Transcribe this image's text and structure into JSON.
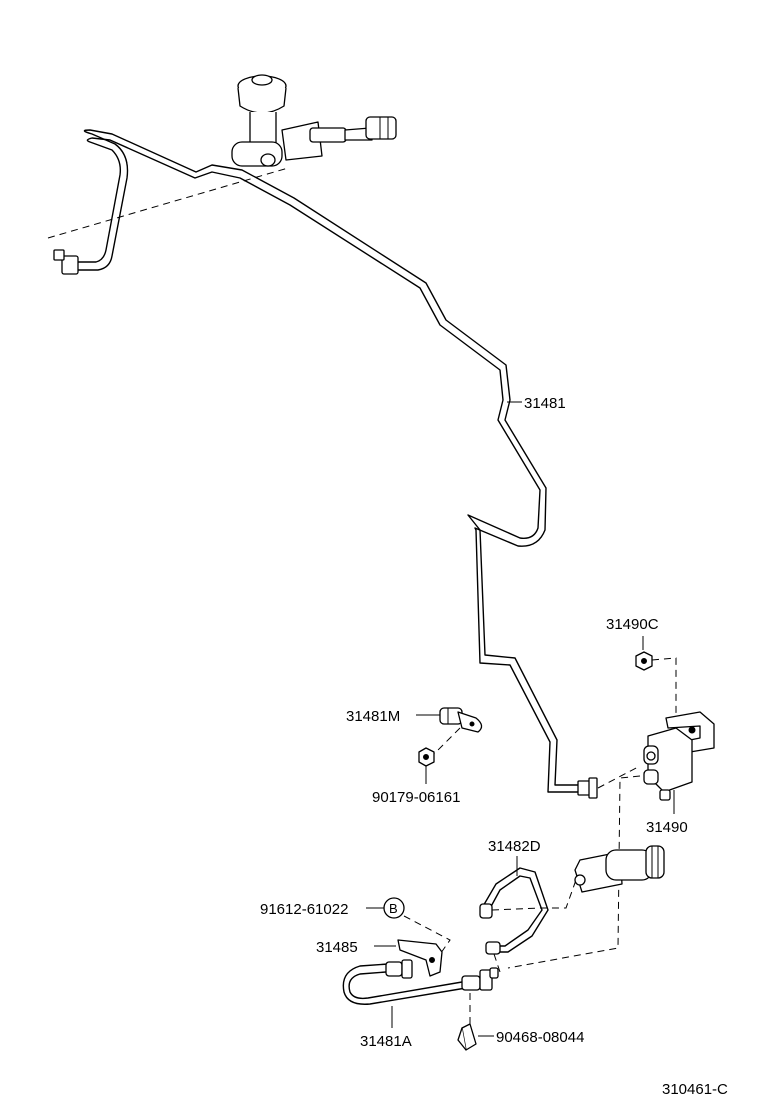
{
  "diagram_id": "310461-C",
  "parts": {
    "p31481": "31481",
    "p31490C": "31490C",
    "p31481M": "31481M",
    "p90179": "90179-06161",
    "p31490": "31490",
    "p31482D": "31482D",
    "p91612": "91612-61022",
    "callout_b": "B",
    "p31485": "31485",
    "p31481A": "31481A",
    "p90468": "90468-08044"
  }
}
